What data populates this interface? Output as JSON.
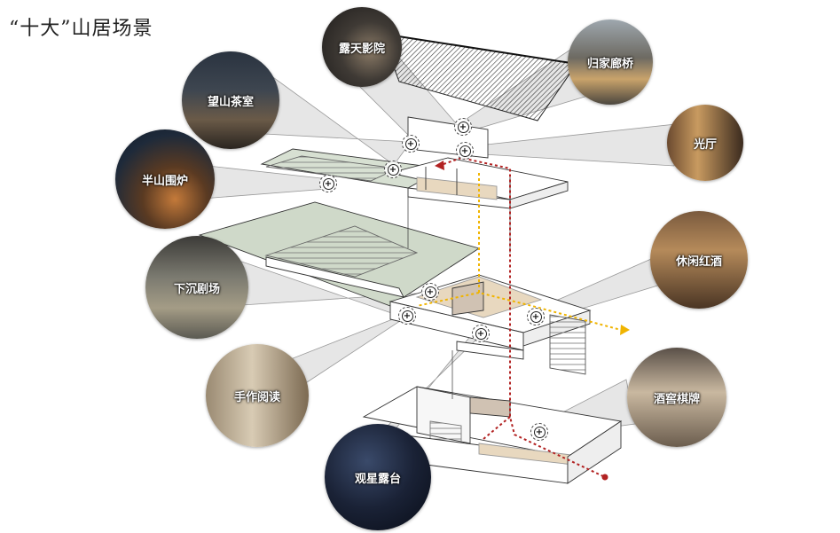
{
  "title": "“十大”山居场景",
  "scenes": {
    "open_air_cinema": "露天影院",
    "homecoming_corridor": "归家廊桥",
    "mountain_view_tearoom": "望山茶室",
    "light_hall": "光厅",
    "hillside_fireside": "半山围炉",
    "leisure_red_wine": "休闲红酒",
    "sunken_theater": "下沉剧场",
    "handcraft_reading": "手作阅读",
    "wine_cellar_chess": "酒窖棋牌",
    "stargazing_terrace": "观星露台"
  },
  "colors": {
    "accent_red": "#b22222",
    "accent_yellow": "#f0b400",
    "landscape_green": "#d3dccd",
    "wood": "#e8d8bf"
  },
  "marker_icon": "plus-in-circle-icon"
}
